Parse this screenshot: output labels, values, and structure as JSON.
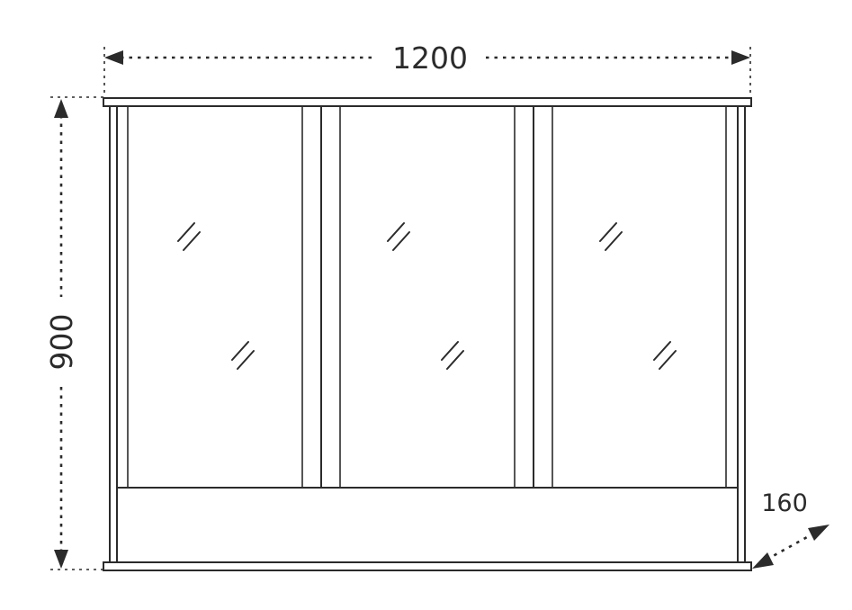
{
  "dimensions": {
    "width": "1200",
    "height": "900",
    "depth": "160"
  },
  "colors": {
    "line": "#2b2b2b",
    "background": "#ffffff"
  }
}
